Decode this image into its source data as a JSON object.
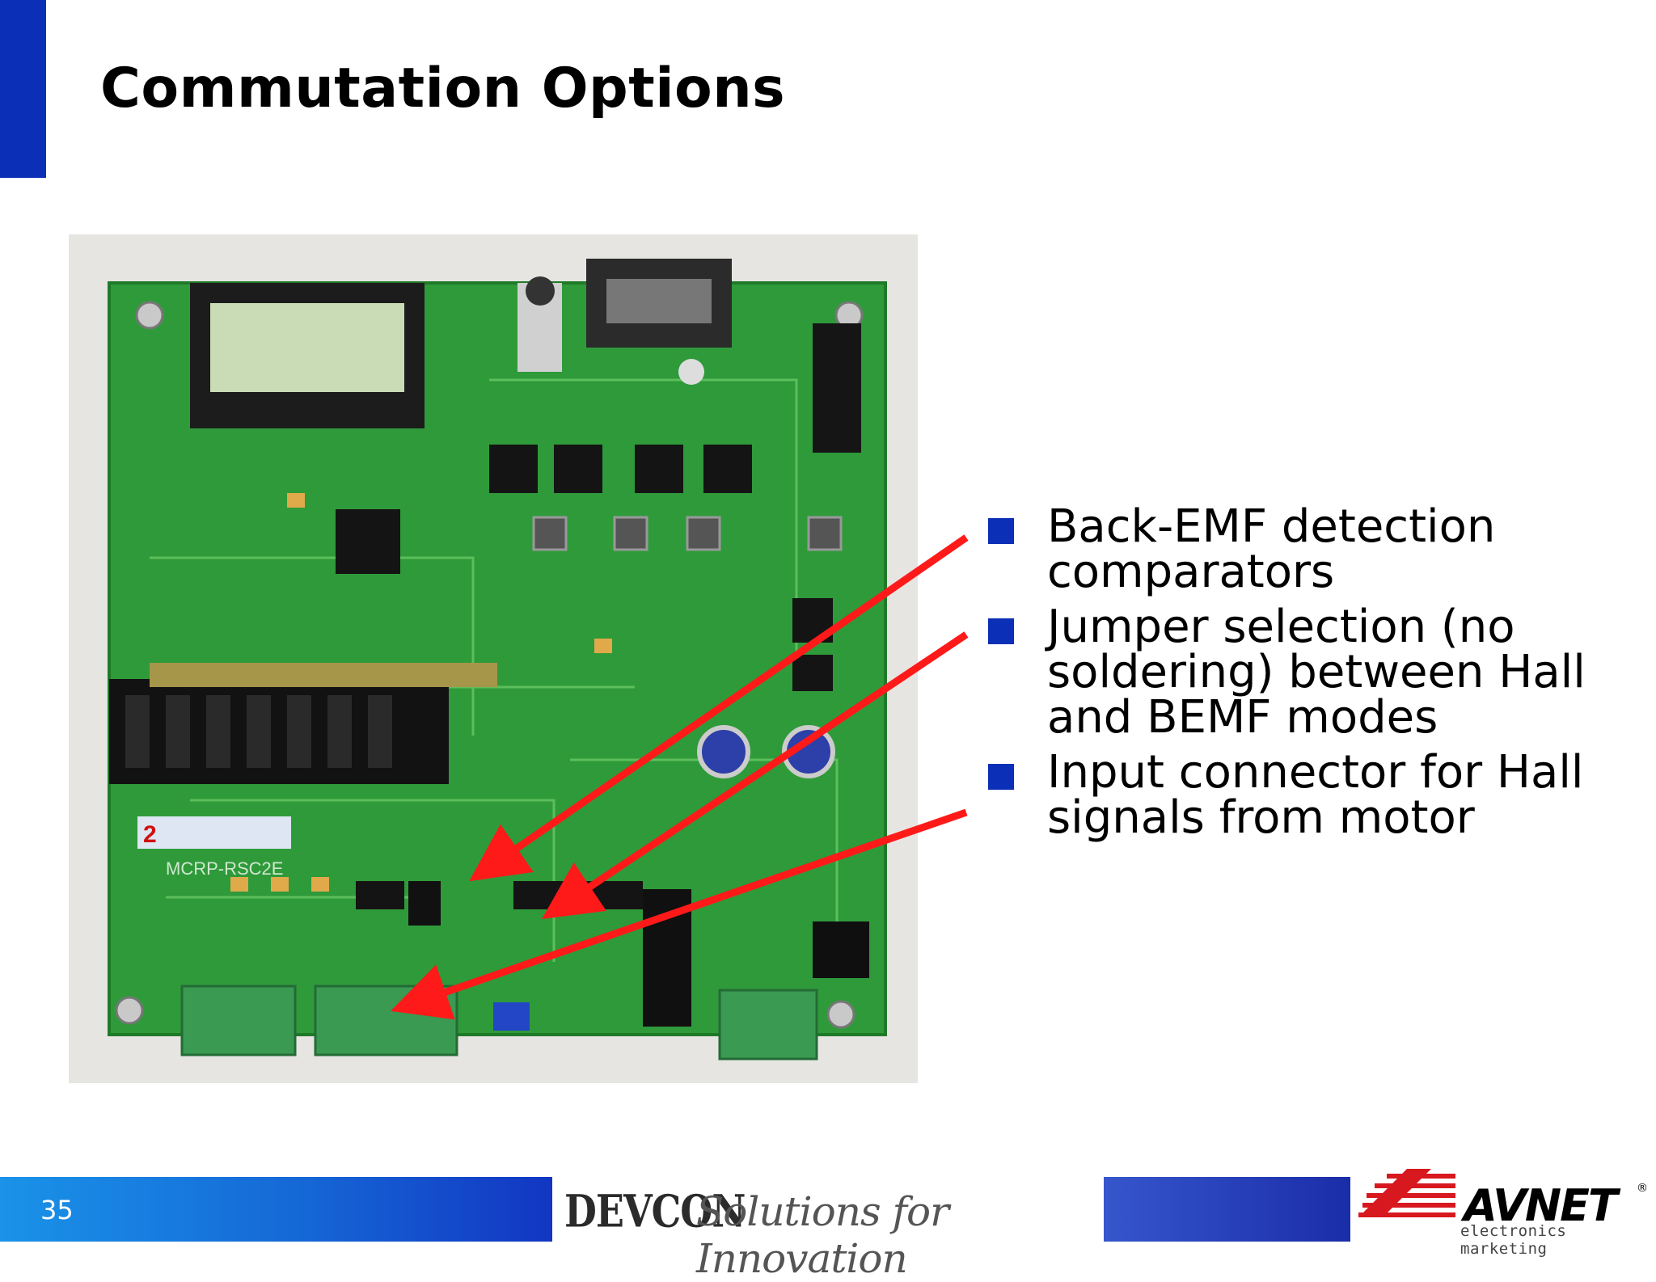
{
  "slide": {
    "title": "Commutation Options",
    "page_number": "35"
  },
  "photo": {
    "board_label": "MCRP-RSC2E",
    "board_tag": "2"
  },
  "bullets": [
    "Back-EMF detection comparators",
    "Jumper selection (no soldering) between Hall and BEMF modes",
    "Input connector for Hall signals from motor"
  ],
  "footer": {
    "devcon": "DEVCON",
    "tagline": "Solutions for Innovation",
    "brand": "AVNET",
    "brand_sub": "electronics marketing",
    "registered": "®"
  },
  "colors": {
    "accent": "#0b2fb6",
    "arrow": "#ff1a1a",
    "pcb": "#2f9a3a"
  }
}
